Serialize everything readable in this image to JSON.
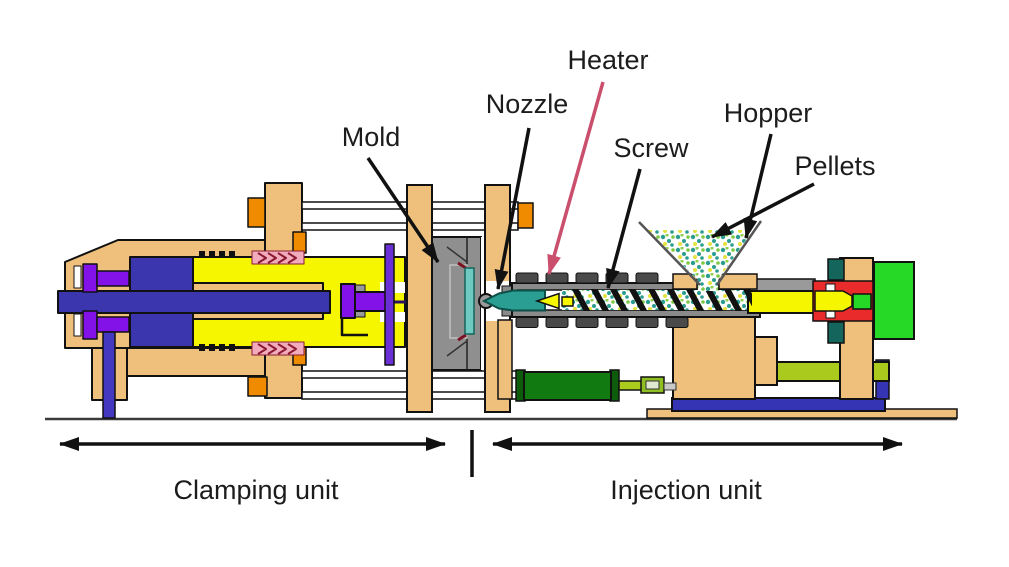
{
  "labels": {
    "mold": {
      "text": "Mold"
    },
    "nozzle": {
      "text": "Nozzle"
    },
    "heater": {
      "text": "Heater"
    },
    "screw": {
      "text": "Screw"
    },
    "hopper": {
      "text": "Hopper"
    },
    "pellets": {
      "text": "Pellets"
    }
  },
  "units": {
    "clamping": {
      "label": "Clamping unit"
    },
    "injection": {
      "label": "Injection unit"
    }
  },
  "colors": {
    "heater_label": "#c94f6d",
    "frame_tan": "#eec07c",
    "hydraulic_yellow": "#f6f600",
    "piston_navy": "#3b36ad",
    "bolt_purple": "#8312e8",
    "mold_gray": "#8f8f8f",
    "barrel_gray": "#8a8a8a",
    "heater_band_gray": "#4a4a4a",
    "nozzle_teal": "#2b9e94",
    "motor_green": "#26d926",
    "cylinder_green": "#117a11",
    "coupling_red": "#ea2b2b",
    "base_blue": "#3434b4",
    "pellet_teal": "#2a9d8f",
    "pellet_yellow": "#e3e23e",
    "accent_orange": "#f08b00"
  }
}
